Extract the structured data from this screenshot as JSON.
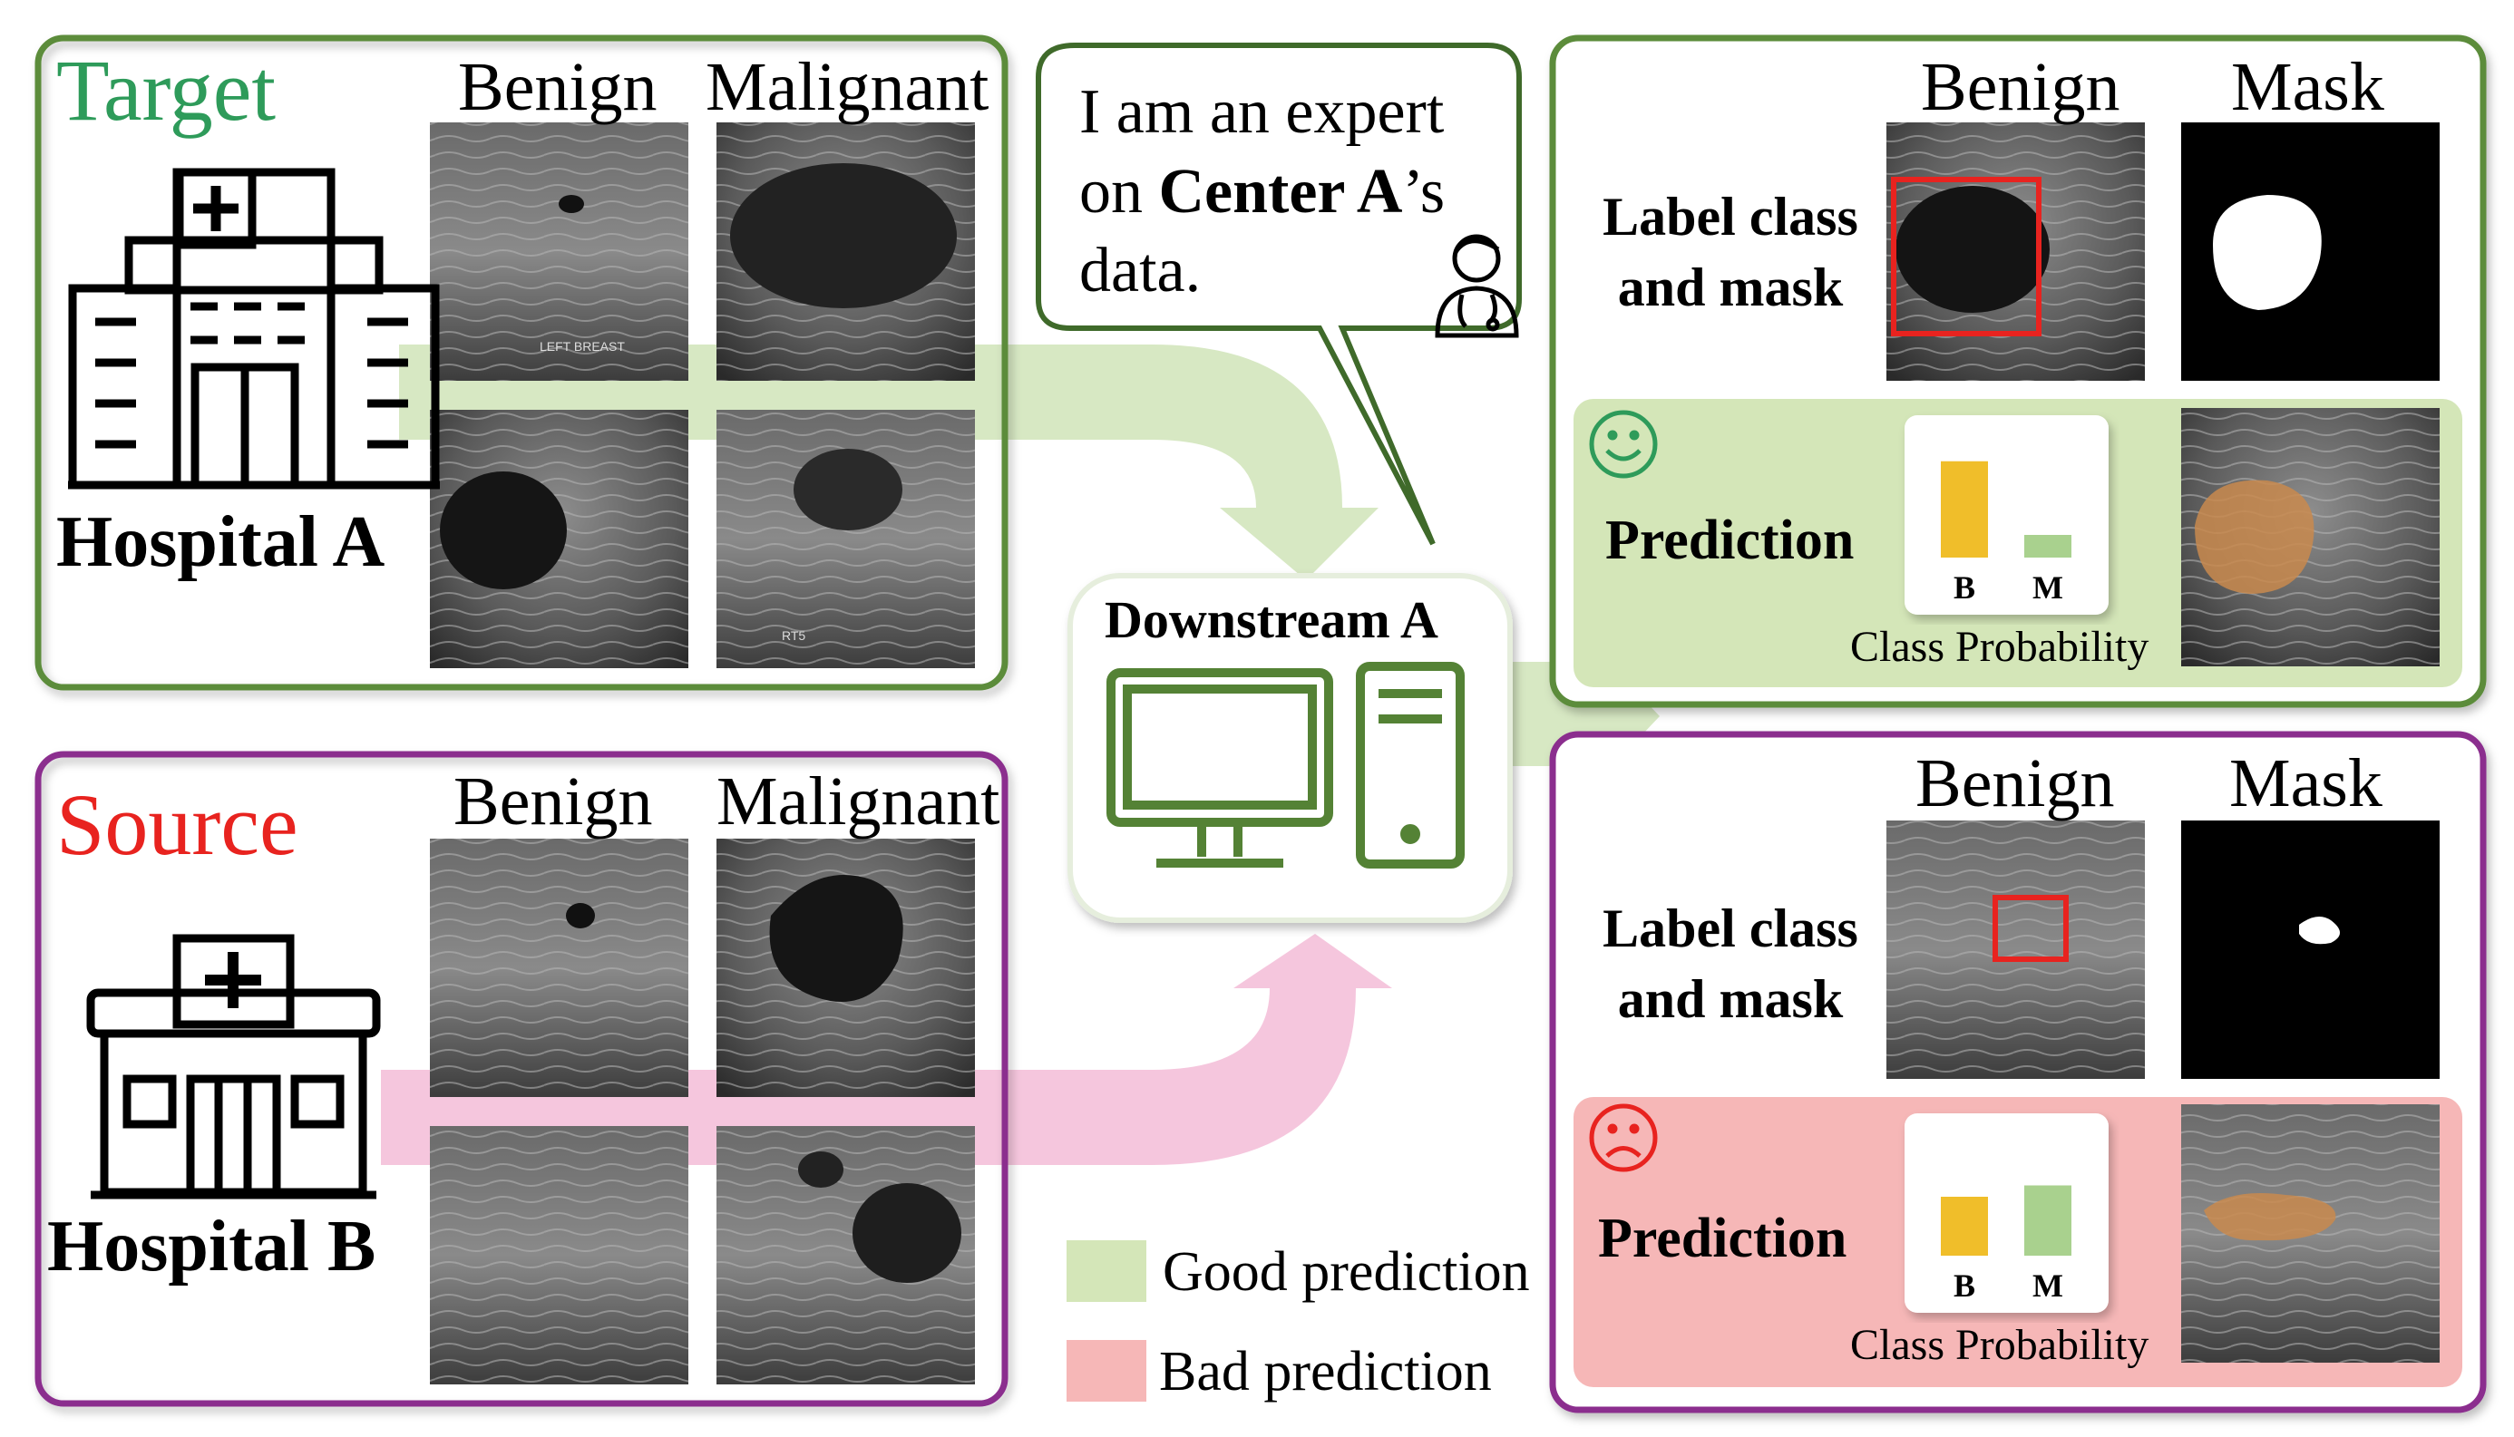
{
  "colors": {
    "target_green": "#2e9b5a",
    "source_red": "#e8231f",
    "frame_green": "#5b8c3a",
    "frame_purple": "#8b2f8e",
    "good_fill": "#d4e6b8",
    "bad_fill": "#f6b7b7",
    "arrow_green": "#d7e8c3",
    "arrow_pink": "#f5c6dd",
    "bar_benign": "#f0be2a",
    "bar_malignant": "#a9d18e",
    "mask_overlay": "#c98a4e",
    "computer_green": "#548235"
  },
  "icons": {
    "hospital_a": "hospital-building-icon",
    "hospital_b": "clinic-building-icon",
    "doctor": "doctor-icon",
    "computer": "computer-icon",
    "good": "smiley-face-icon",
    "bad": "sad-face-icon"
  },
  "target": {
    "title": "Target",
    "hospital": "Hospital A",
    "col_benign": "Benign",
    "col_malignant": "Malignant",
    "scan_caption_1": "LEFT BREAST",
    "scan_caption_2": "RT5"
  },
  "source": {
    "title": "Source",
    "hospital": "Hospital B",
    "col_benign": "Benign",
    "col_malignant": "Malignant"
  },
  "speech": {
    "line1": "I am an expert",
    "line2_pre": "on ",
    "line2_bold": "Center A",
    "line2_post": "’s",
    "line3": "data."
  },
  "downstream": {
    "label": "Downstream A"
  },
  "panel_good": {
    "benign": "Benign",
    "mask": "Mask",
    "label_line1": "Label class",
    "label_line2": "and mask",
    "prediction": "Prediction",
    "bar_b": "B",
    "bar_m": "M",
    "class_probability": "Class Probability"
  },
  "panel_bad": {
    "benign": "Benign",
    "mask": "Mask",
    "label_line1": "Label class",
    "label_line2": "and mask",
    "prediction": "Prediction",
    "bar_b": "B",
    "bar_m": "M",
    "class_probability": "Class Probability"
  },
  "legend": {
    "good": "Good prediction",
    "bad": "Bad prediction"
  },
  "chart_data": [
    {
      "type": "bar",
      "categories": [
        "B",
        "M"
      ],
      "values": [
        0.85,
        0.2
      ],
      "xlabel": "Class Probability",
      "ylim": [
        0,
        1
      ]
    },
    {
      "type": "bar",
      "categories": [
        "B",
        "M"
      ],
      "values": [
        0.52,
        0.62
      ],
      "xlabel": "Class Probability",
      "ylim": [
        0,
        1
      ]
    }
  ]
}
